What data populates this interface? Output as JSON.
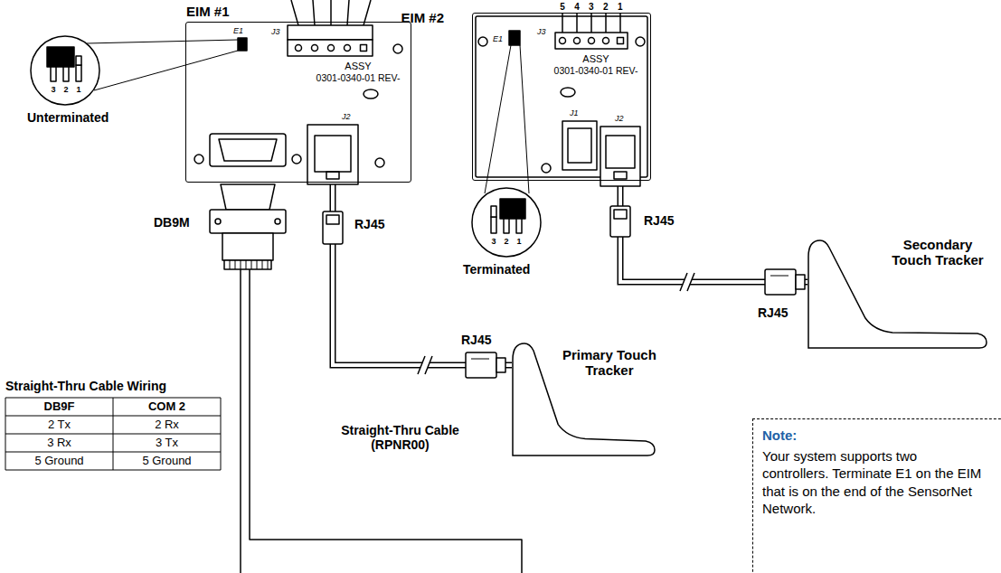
{
  "diagram": {
    "nodes": [
      {
        "text": [
          "EIM #1",
          "ASSY",
          "0301-0340-01 REV-"
        ]
      },
      {
        "text": [
          "EIM #2",
          "ASSY",
          "0301-0340-01 REV-"
        ]
      },
      {
        "text": [
          "Primary Touch Tracker"
        ]
      },
      {
        "text": [
          "Secondary Touch Tracker"
        ]
      },
      {
        "text": [
          "Note:",
          "Your system supports two controllers. Terminate E1 on the EIM that is on the end of the SensorNet Network."
        ]
      }
    ],
    "edges": [
      {
        "from": 0,
        "to": 2,
        "arrow": "none"
      },
      {
        "from": 1,
        "to": 3,
        "arrow": "none"
      }
    ],
    "labels": [
      "E1",
      "J3",
      "J2",
      "3 2 1",
      "Unterminated",
      "DB9M",
      "RJ45",
      "5 4 3 2 1",
      "E1",
      "J3",
      "J1",
      "J2",
      "3 2 1",
      "Terminated",
      "RJ45",
      "RJ45",
      "RJ45",
      "Straight-Thru Cable Wiring",
      "DB9F",
      "COM 2",
      "2 Tx",
      "2 Rx",
      "3 Rx",
      "3 Tx",
      "5 Ground",
      "5 Ground",
      "Straight-Thru Cable (RPNR00)"
    ]
  }
}
